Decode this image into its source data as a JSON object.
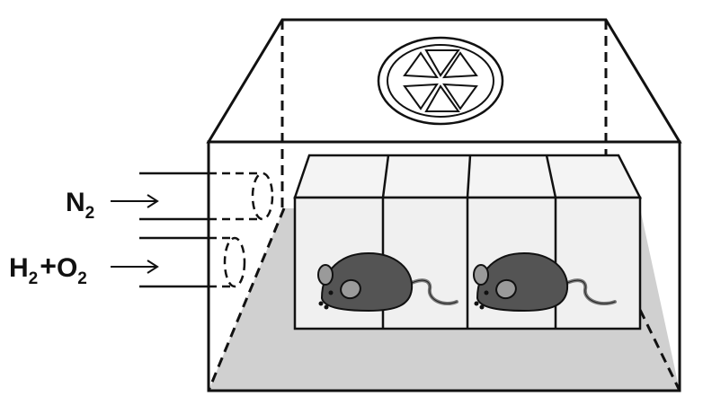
{
  "labels": {
    "gas1_main": "N",
    "gas1_sub": "2",
    "gas2_h": "H",
    "gas2_h_sub": "2",
    "gas2_plus": "+",
    "gas2_o": "O",
    "gas2_o_sub": "2"
  },
  "colors": {
    "stroke": "#111111",
    "floor": "#d0d0d0",
    "cage_face": "#f0f0f0",
    "mouse_body": "#545454",
    "mouse_ear": "#9a9a9a",
    "tail": "#7a7a7a",
    "background": "#ffffff"
  },
  "icons": {
    "fan": "fan-icon",
    "mouse": "mouse-icon",
    "arrow": "arrow-right-icon",
    "inlet": "gas-inlet-tube-icon"
  }
}
